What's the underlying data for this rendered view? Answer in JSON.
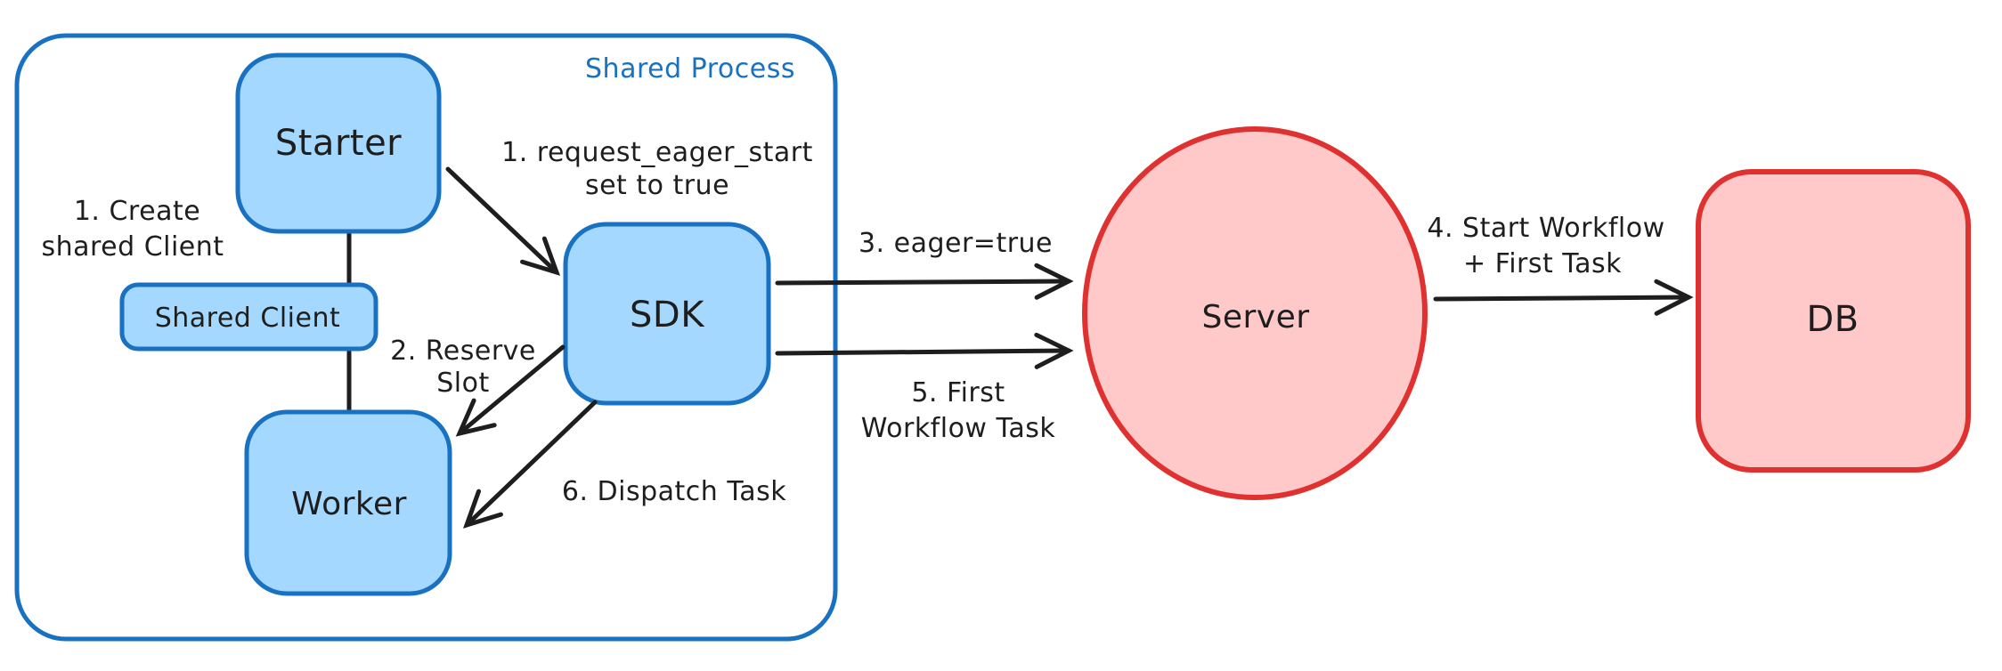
{
  "palette": {
    "bg": "#ffffff",
    "ink": "#1e1e1e",
    "blue_stroke": "#1971c2",
    "blue_fill": "#a5d8ff",
    "red_stroke": "#e03131",
    "red_fill": "#ffc9c9"
  },
  "container": {
    "label": "Shared Process"
  },
  "nodes": {
    "starter": {
      "label": "Starter"
    },
    "shared_client": {
      "label": "Shared Client"
    },
    "worker": {
      "label": "Worker"
    },
    "sdk": {
      "label": "SDK"
    },
    "server": {
      "label": "Server"
    },
    "db": {
      "label": "DB"
    }
  },
  "annotations": {
    "create_client": {
      "line1": "1. Create",
      "line2": "shared Client"
    },
    "request_eager_start": {
      "line1": "1. request_eager_start",
      "line2": "set to true"
    },
    "reserve_slot": {
      "line1": "2. Reserve",
      "line2": "Slot"
    },
    "eager_true": {
      "line1": "3. eager=true"
    },
    "start_workflow": {
      "line1": "4. Start Workflow",
      "line2": "+ First Task"
    },
    "first_workflow_task": {
      "line1": "5. First",
      "line2": "Workflow Task"
    },
    "dispatch_task": {
      "line1": "6. Dispatch Task"
    }
  }
}
